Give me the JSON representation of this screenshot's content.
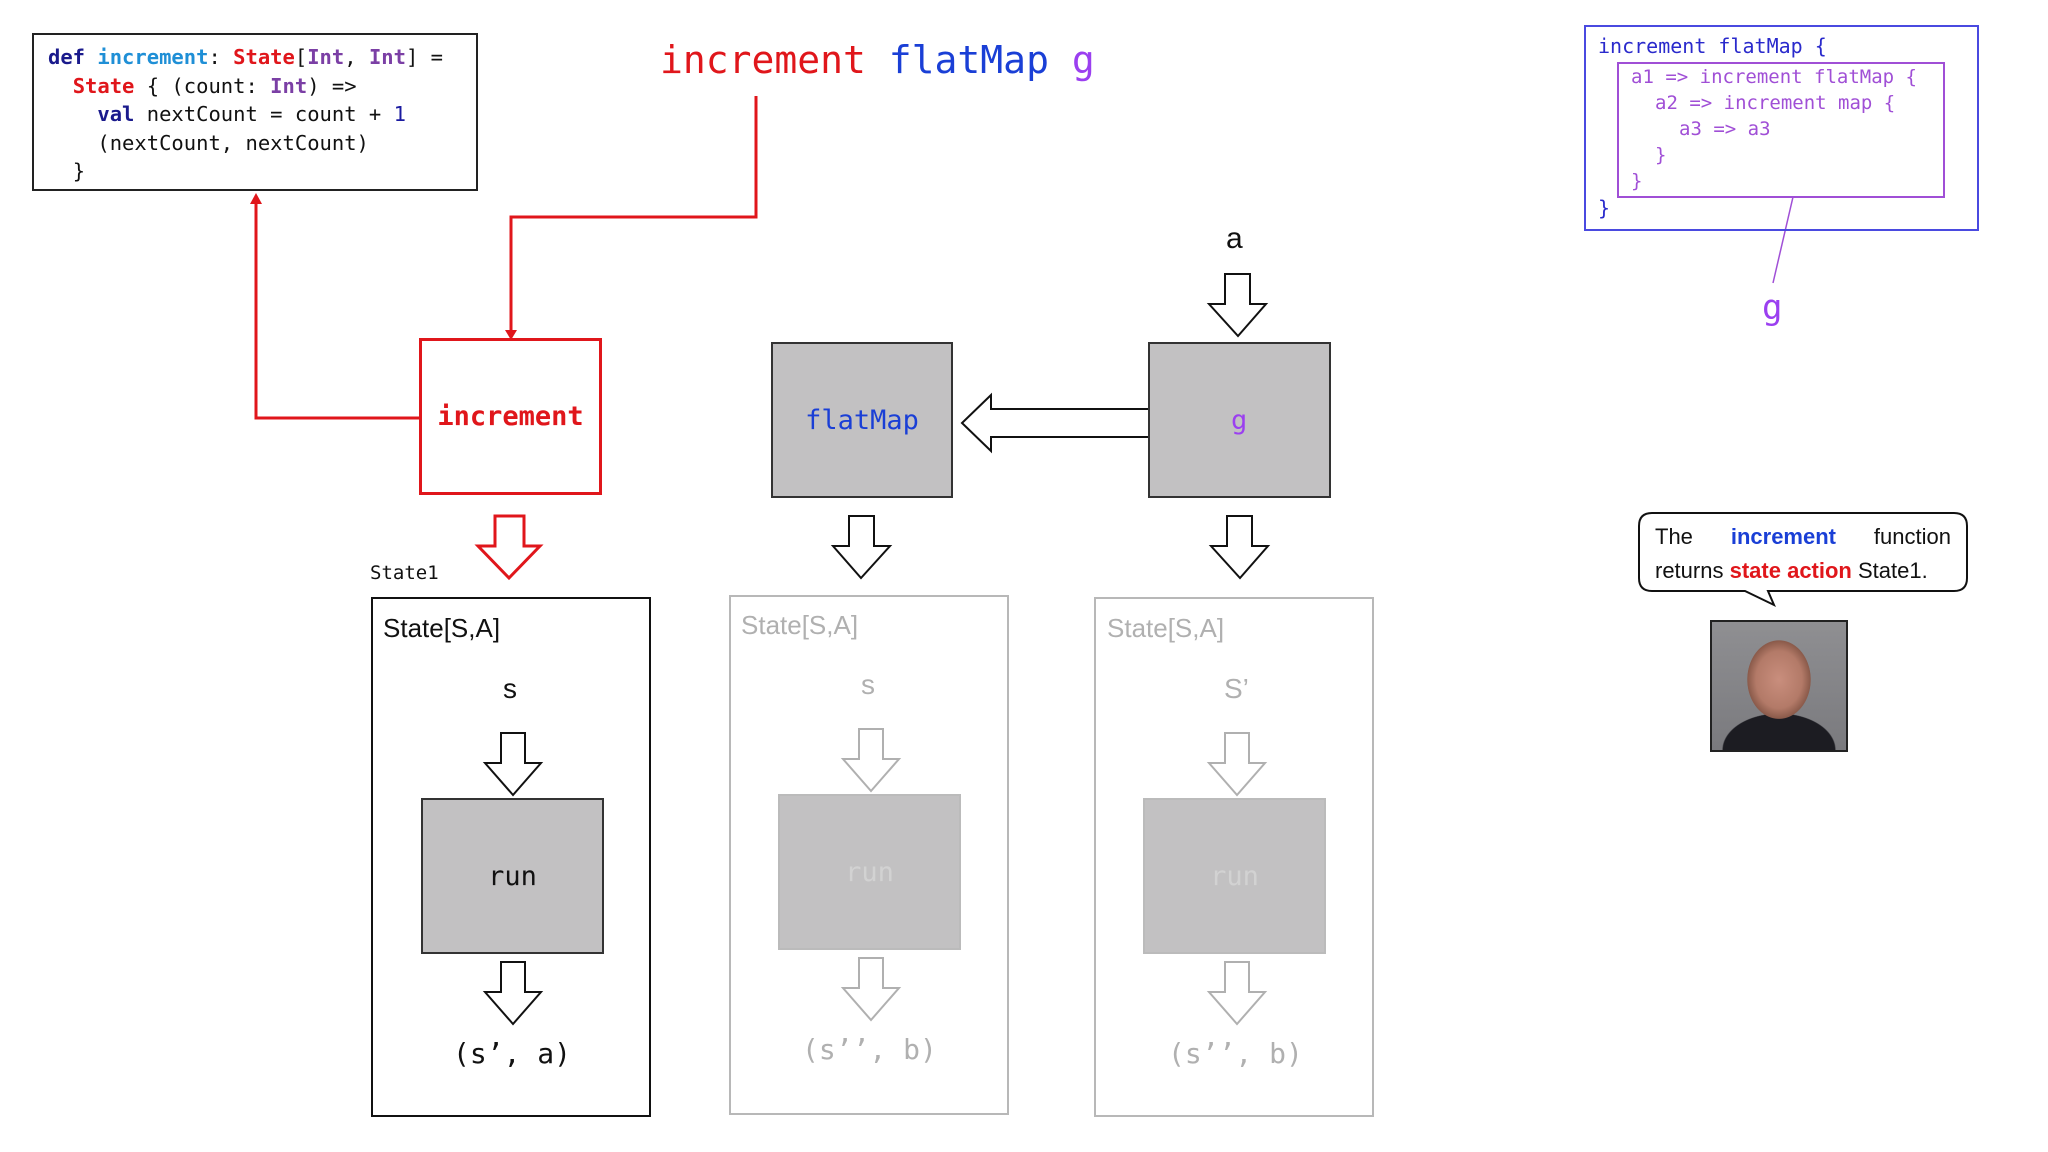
{
  "code": {
    "line1": {
      "def": "def",
      "name": "increment",
      "colon": ":",
      "state": "State",
      "br_open": "[",
      "int1": "Int",
      "comma": ", ",
      "int2": "Int",
      "br_close": "] ="
    },
    "line2": {
      "state": "State",
      "open": " { (count: ",
      "int": "Int",
      "close": ") =>"
    },
    "line3": {
      "val": "val",
      "rest": " nextCount = count + ",
      "num": "1"
    },
    "line4": "(nextCount, nextCount)",
    "line5": "}"
  },
  "expression": {
    "part1": "increment",
    "part2": "flatMap",
    "part3": "g"
  },
  "boxes": {
    "increment": "increment",
    "flatmap": "flatMap",
    "g": "g",
    "a_label": "a"
  },
  "states": [
    {
      "tag": "State1",
      "title": "State[S,A]",
      "input": "s",
      "run": "run",
      "output": "(s’, a)"
    },
    {
      "title": "State[S,A]",
      "input": "s",
      "run": "run",
      "output": "(s’’, b)"
    },
    {
      "title": "State[S,A]",
      "input": "S’",
      "run": "run",
      "output": "(s’’, b)"
    }
  ],
  "nested_code": {
    "l1": "increment flatMap {",
    "l2": "a1 => increment flatMap {",
    "l3": "a2 => increment map {",
    "l4": "a3 => a3",
    "l5": "}",
    "l6": "}",
    "l7": "}",
    "g_label": "g"
  },
  "speech": {
    "w1": "The",
    "w2": "increment",
    "w3": "function",
    "w4": "returns",
    "w5": "state action",
    "w6": "State1."
  },
  "colors": {
    "red": "#e0161b",
    "blue": "#1a3fd6",
    "purple": "#9b3ff0",
    "grey_box": "#c2c1c2",
    "faded": "#b0b0b0"
  }
}
